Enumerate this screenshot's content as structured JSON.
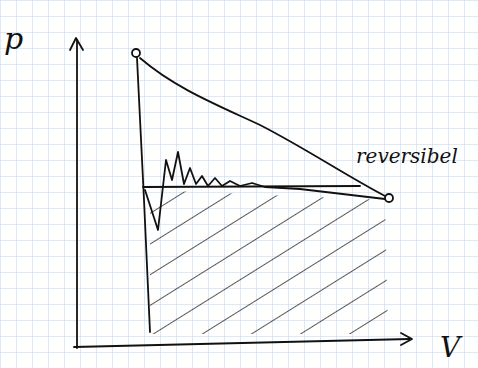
{
  "diagram": {
    "labels": [
      "p",
      "V",
      "reversibel"
    ]
  }
}
